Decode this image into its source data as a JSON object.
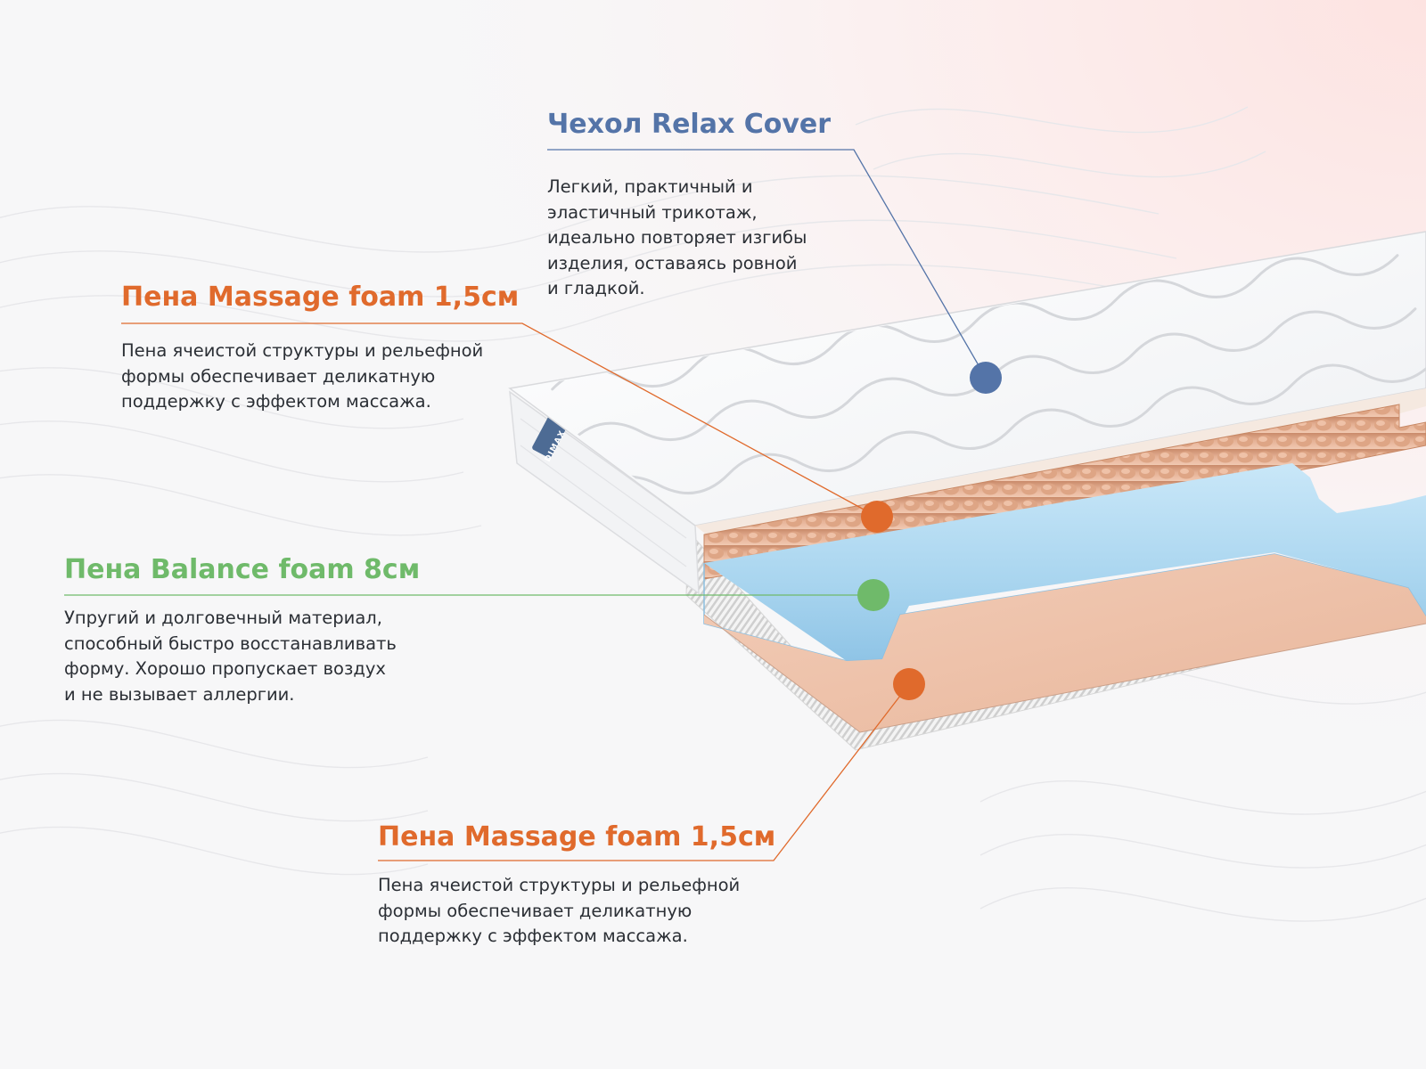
{
  "colors": {
    "background": "#f7f7f8",
    "cover_accent": "#5474a8",
    "massage_accent": "#e06a2c",
    "balance_accent": "#6fba6a",
    "description_text": "#2b2f35",
    "massage_foam": "#e9b79a",
    "balance_foam": "#aed8f0",
    "cover_fabric": "#ffffff"
  },
  "product": {
    "brand_tag": "DIMAX"
  },
  "callouts": {
    "cover": {
      "title": "Чехол Relax Cover",
      "lines": [
        "Легкий, практичный и",
        "эластичный трикотаж,",
        "идеально повторяет изгибы",
        "изделия, оставаясь ровной",
        "и гладкой."
      ],
      "dot_color": "#5474a8",
      "icon": "dot-marker-icon"
    },
    "massage_top": {
      "title": "Пена Massage foam 1,5см",
      "lines": [
        "Пена ячеистой структуры и рельефной",
        "формы обеспечивает деликатную",
        "поддержку с эффектом массажа."
      ],
      "dot_color": "#e06a2c",
      "icon": "dot-marker-icon"
    },
    "balance": {
      "title": "Пена Balance foam 8см",
      "lines": [
        "Упругий и долговечный материал,",
        "способный быстро восстанавливать",
        "форму. Хорошо пропускает воздух",
        "и не вызывает аллергии."
      ],
      "dot_color": "#6fba6a",
      "icon": "dot-marker-icon"
    },
    "massage_bottom": {
      "title": "Пена Massage foam 1,5см",
      "lines": [
        "Пена ячеистой структуры и рельефной",
        "формы обеспечивает деликатную",
        "поддержку с эффектом массажа."
      ],
      "dot_color": "#e06a2c",
      "icon": "dot-marker-icon"
    }
  }
}
